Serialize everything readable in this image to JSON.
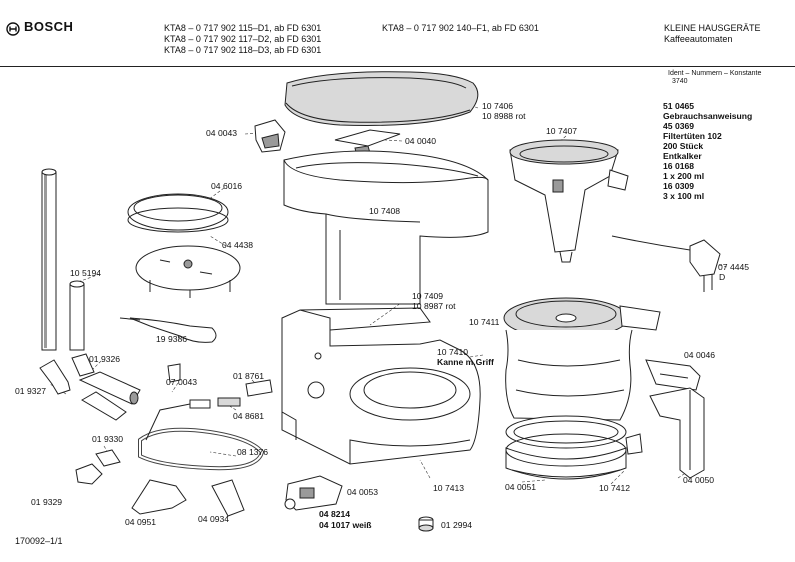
{
  "header": {
    "brand": "BOSCH",
    "models_col1": [
      "KTA8 – 0 717 902 115–D1, ab FD 6301",
      "KTA8 – 0 717 902 117–D2, ab FD 6301",
      "KTA8 – 0 717 902 118–D3, ab FD 6301"
    ],
    "models_col2": [
      "KTA8 – 0 717 902 140–F1, ab FD 6301"
    ],
    "category": [
      "KLEINE HAUSGERÄTE",
      "Kaffeeautomaten"
    ]
  },
  "ident": {
    "label": "Ident – Nummern – Konstante",
    "value": "3740"
  },
  "accessories": [
    "51 0465",
    "Gebrauchsanweisung",
    "45 0369",
    "Filtertüten 102",
    "200 Stück",
    "Entkalker",
    "16 0168",
    "1 x 200 ml",
    "16 0309",
    "3 x 100 ml"
  ],
  "parts": [
    "10 7406",
    "10 8988 rot",
    "04 0043",
    "04 0040",
    "10 7407",
    "04 6016",
    "10 7408",
    "04 4438",
    "10 5194",
    "07 4445",
    "D",
    "10 7409",
    "10 8987 rot",
    "19 9386",
    "10 7411",
    "01 9326",
    "07 0043",
    "01 8761",
    "10 7410",
    "Kanne m.Griff",
    "04 0046",
    "01 9327",
    "04 8681",
    "01 9330",
    "08 1376",
    "01 9329",
    "04 0951",
    "04 0934",
    "04 8214",
    "04 1017 weiß",
    "04 0053",
    "10 7413",
    "04 0051",
    "10 7412",
    "04 0050",
    "01 2994"
  ],
  "footer": {
    "code": "170092–1/1"
  }
}
